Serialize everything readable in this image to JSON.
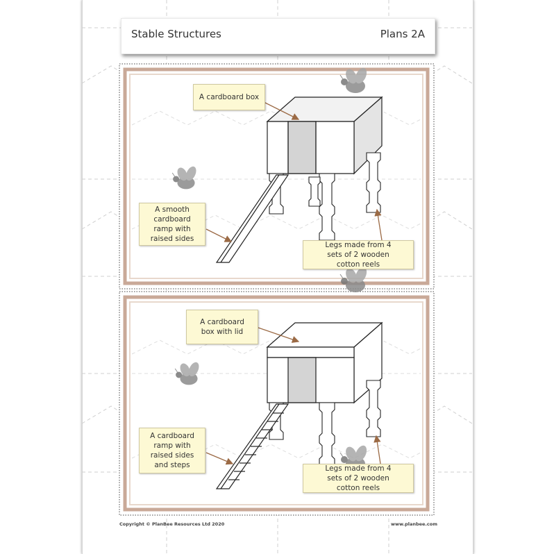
{
  "header": {
    "title": "Stable Structures",
    "code": "Plans 2A"
  },
  "plan_top": {
    "box_label": "A cardboard box",
    "ramp_label": "A smooth cardboard ramp with raised sides",
    "legs_label": "Legs made from 4 sets of 2 wooden cotton reels"
  },
  "plan_bottom": {
    "box_label": "A cardboard box with lid",
    "ramp_label": "A cardboard ramp with raised sides and steps",
    "legs_label": "Legs made from 4 sets of 2 wooden cotton reels"
  },
  "footer": {
    "copyright": "Copyright © PlanBee Resources Ltd 2020",
    "website": "www.planbee.com"
  },
  "colors": {
    "frame": "#c9a998",
    "frame_inner": "#e8d8cc",
    "note_bg": "#fdf9d4",
    "arrow": "#9b6a45",
    "bee": "#8a8a8a"
  }
}
